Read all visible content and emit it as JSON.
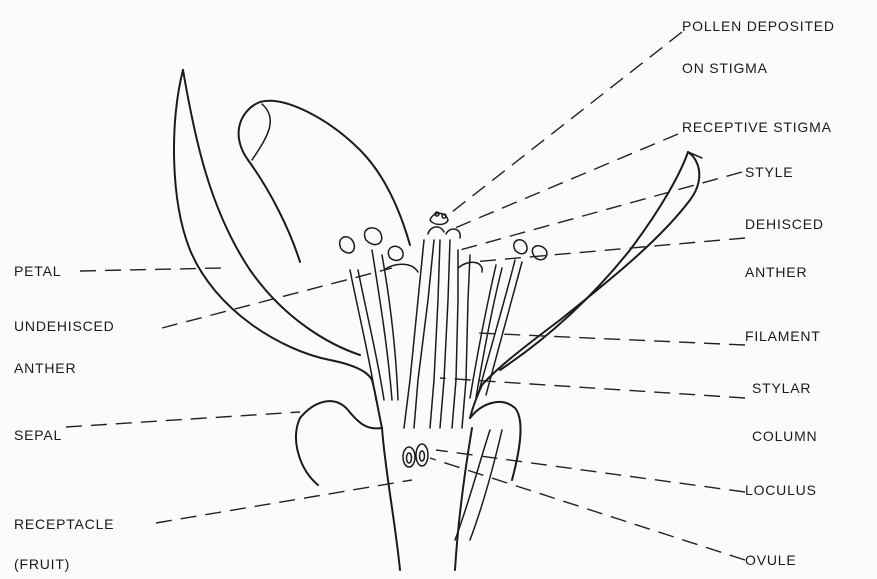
{
  "labels": {
    "pollen_line1": "POLLEN DEPOSITED",
    "pollen_line2": "ON STIGMA",
    "receptive_stigma": "RECEPTIVE STIGMA",
    "style": "STYLE",
    "dehisced_line1": "DEHISCED",
    "dehisced_line2": "ANTHER",
    "filament": "FILAMENT",
    "stylar_line1": "STYLAR",
    "stylar_line2": "COLUMN",
    "loculus": "LOCULUS",
    "ovule": "OVULE",
    "petal": "PETAL",
    "undehisced_line1": "UNDEHISCED",
    "undehisced_line2": "ANTHER",
    "sepal": "SEPAL",
    "receptacle_line1": "RECEPTACLE",
    "receptacle_line2": "(FRUIT)"
  }
}
